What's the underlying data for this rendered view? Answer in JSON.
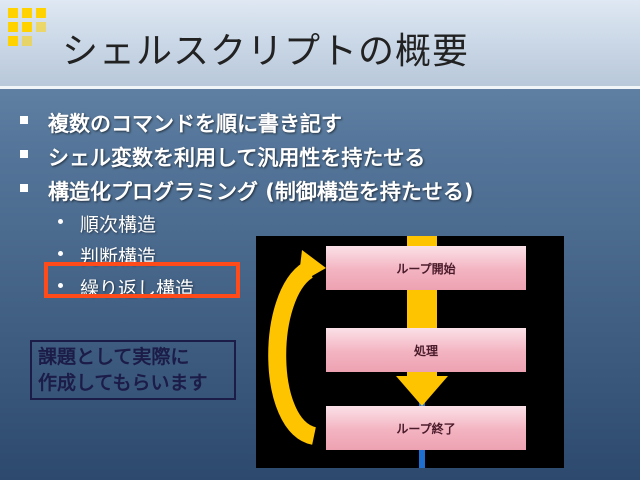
{
  "slide": {
    "title": "シェルスクリプトの概要",
    "bullets": [
      "複数のコマンドを順に書き記す",
      "シェル変数を利用して汎用性を持たせる",
      "構造化プログラミング (制御構造を持たせる)"
    ],
    "sub_bullets": [
      "順次構造",
      "判断構造",
      "繰り返し構造"
    ],
    "assignment_line1": "課題として実際に",
    "assignment_line2": "作成してもらいます"
  },
  "diagram": {
    "box_start": "ループ開始",
    "box_process": "処理",
    "box_end": "ループ終了"
  },
  "colors": {
    "accent_yellow": "#ffc400",
    "highlight_red": "#ff4a1a",
    "box_pink": "#f3b3c0",
    "blue_line": "#1e6fd0"
  }
}
